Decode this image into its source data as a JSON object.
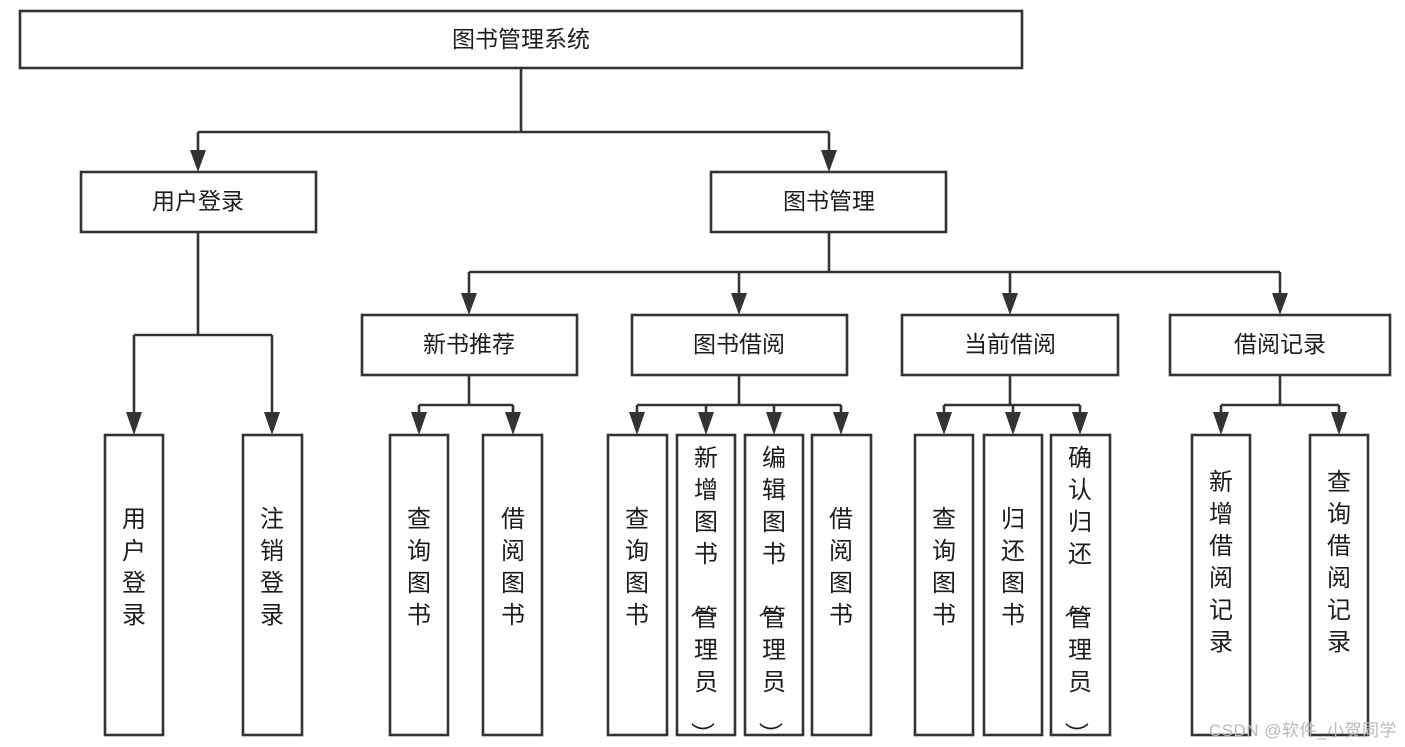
{
  "diagram": {
    "title": "图书管理系统",
    "type": "tree-hierarchy-chart",
    "watermark": "CSDN @软件_小贺同学",
    "colors": {
      "stroke": "#333333",
      "fill": "#ffffff",
      "text": "#1c1c1c",
      "watermark": "#b9b9b9"
    },
    "root": {
      "label": "图书管理系统"
    },
    "level2": [
      {
        "label": "用户登录"
      },
      {
        "label": "图书管理"
      }
    ],
    "level3": [
      {
        "label": "新书推荐"
      },
      {
        "label": "图书借阅"
      },
      {
        "label": "当前借阅"
      },
      {
        "label": "借阅记录"
      }
    ],
    "leaves": {
      "user_login": [
        {
          "label": "用户登录"
        },
        {
          "label": "注销登录"
        }
      ],
      "new_book_recommend": [
        {
          "label": "查询图书"
        },
        {
          "label": "借阅图书"
        }
      ],
      "book_borrow": [
        {
          "label": "查询图书"
        },
        {
          "label": "新增图书（管理员）"
        },
        {
          "label": "编辑图书（管理员）"
        },
        {
          "label": "借阅图书"
        }
      ],
      "current_borrow": [
        {
          "label": "查询图书"
        },
        {
          "label": "归还图书"
        },
        {
          "label": "确认归还（管理员）"
        }
      ],
      "borrow_record": [
        {
          "label": "新增借阅记录"
        },
        {
          "label": "查询借阅记录"
        }
      ]
    }
  }
}
